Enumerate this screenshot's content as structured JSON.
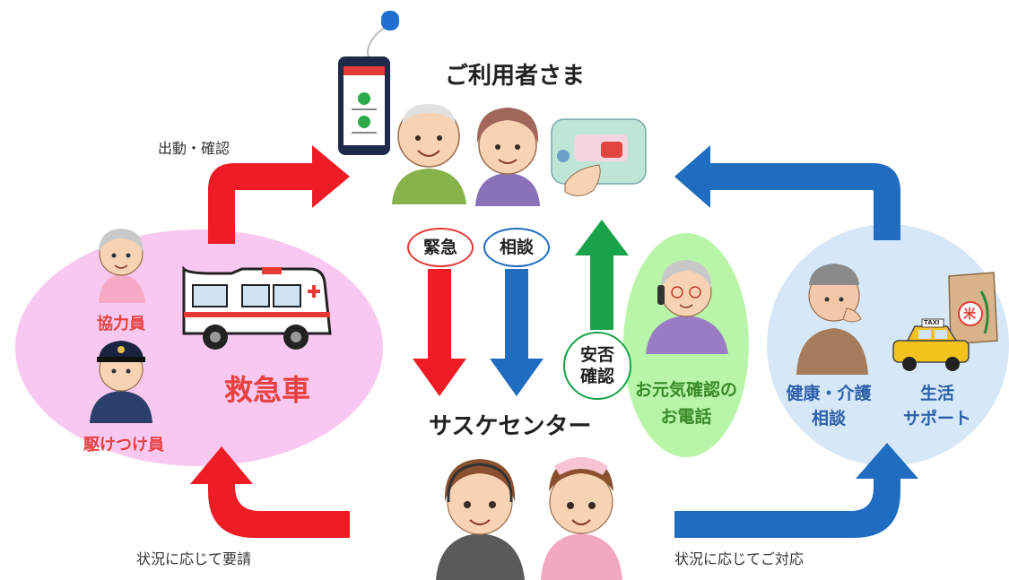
{
  "users_title": "ご利用者さま",
  "center_title": "サスケセンター",
  "dispatch_caption": "出動・確認",
  "request_caption": "状況に応じて要請",
  "respond_caption": "状況に応じてご対応",
  "emergency": {
    "ambulance": "救急車",
    "helper": "協力員",
    "rusher": "駆けつけ員"
  },
  "badges": {
    "emergency": "緊急",
    "consult": "相談",
    "safety_line1": "安否",
    "safety_line2": "確認"
  },
  "call": {
    "line1": "お元気確認の",
    "line2": "お電話"
  },
  "support": {
    "health_line1": "健康・介護",
    "health_line2": "相談",
    "life_line1": "生活",
    "life_line2": "サポート",
    "taxi_sign": "TAXI",
    "rice_mark": "米"
  },
  "colors": {
    "red_arrow": "#ee1c25",
    "blue_arrow": "#1f6cc0",
    "green_arrow": "#19a24a",
    "pink_ellipse": "#f8c8f0",
    "green_ellipse": "#b8f5a8",
    "blue_ellipse": "#d6e8f8"
  }
}
